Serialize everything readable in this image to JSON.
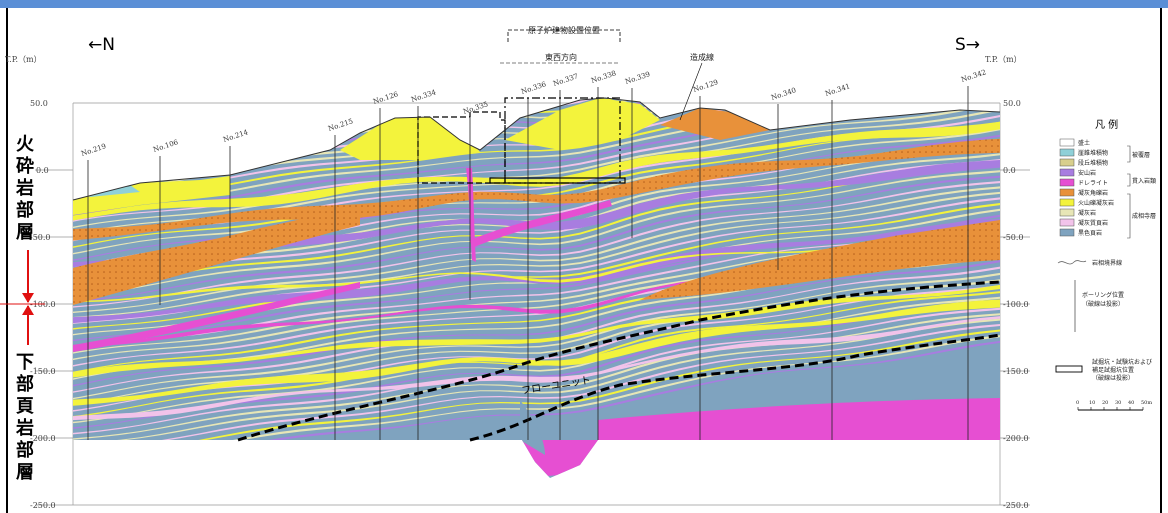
{
  "north_label": "←N",
  "south_label": "S→",
  "tp_label": "T.P.（m）",
  "elev_left": [
    "50.0",
    "0.0",
    "-50.0",
    "-100.0",
    "-150.0",
    "-200.0",
    "-250.0"
  ],
  "elev_right": [
    "50.0",
    "0.0",
    "-50.0",
    "-100.0",
    "-150.0",
    "-200.0",
    "-250.0"
  ],
  "top_caption": "原子炉建物設置位置",
  "ew_label": "東西方向",
  "zousei_label": "造成線",
  "boreholes": [
    "No.219",
    "No.106",
    "No.214",
    "No.215",
    "No.126",
    "No.334",
    "No.335",
    "No.336",
    "No.337",
    "No.338",
    "No.339",
    "No.129",
    "No.340",
    "No.341",
    "No.342"
  ],
  "side_upper": "火砕岩部層",
  "side_lower": "下部頁岩部層",
  "flow_unit": "フローユニット",
  "legend": {
    "title": "凡 例",
    "items": [
      {
        "label": "盛土",
        "color": "#ffffff"
      },
      {
        "label": "崖錐堆積物",
        "color": "#8fd0d8"
      },
      {
        "label": "段丘堆積物",
        "color": "#d8cf8c"
      },
      {
        "label": "安山岩",
        "color": "#a87de0"
      },
      {
        "label": "ドレライト",
        "color": "#e64fd2"
      },
      {
        "label": "凝灰角礫岩",
        "color": "#e8913a"
      },
      {
        "label": "火山礫凝灰岩",
        "color": "#f3f33c"
      },
      {
        "label": "凝灰岩",
        "color": "#e7e6b6"
      },
      {
        "label": "凝灰質頁岩",
        "color": "#f2c3ea"
      },
      {
        "label": "黒色頁岩",
        "color": "#7fa3bf"
      }
    ],
    "groups": [
      "被覆層",
      "貫入岩類",
      "成相寺層"
    ],
    "boundary_label": "岩相境界線",
    "boring_label": "ボーリング位置",
    "boring_sub": "（破線は投影）",
    "test_label": "試掘坑・試験坑および",
    "test_label2": "補足試掘坑位置",
    "test_sub": "（破線は投影）",
    "scale_ticks": [
      "0",
      "10",
      "20",
      "30",
      "40",
      "50m"
    ]
  },
  "colors": {
    "shale": "#7fa3bf",
    "tuff": "#e7e6b6",
    "lapilli": "#f3f33c",
    "breccia": "#e8913a",
    "andesite": "#a87de0",
    "dolerite": "#e64fd2",
    "tuff_shale": "#f2c3ea",
    "talus": "#8fd0d8",
    "terrace": "#d8cf8c",
    "red_mark": "#e01010",
    "topbar": "#5b8fd6"
  }
}
